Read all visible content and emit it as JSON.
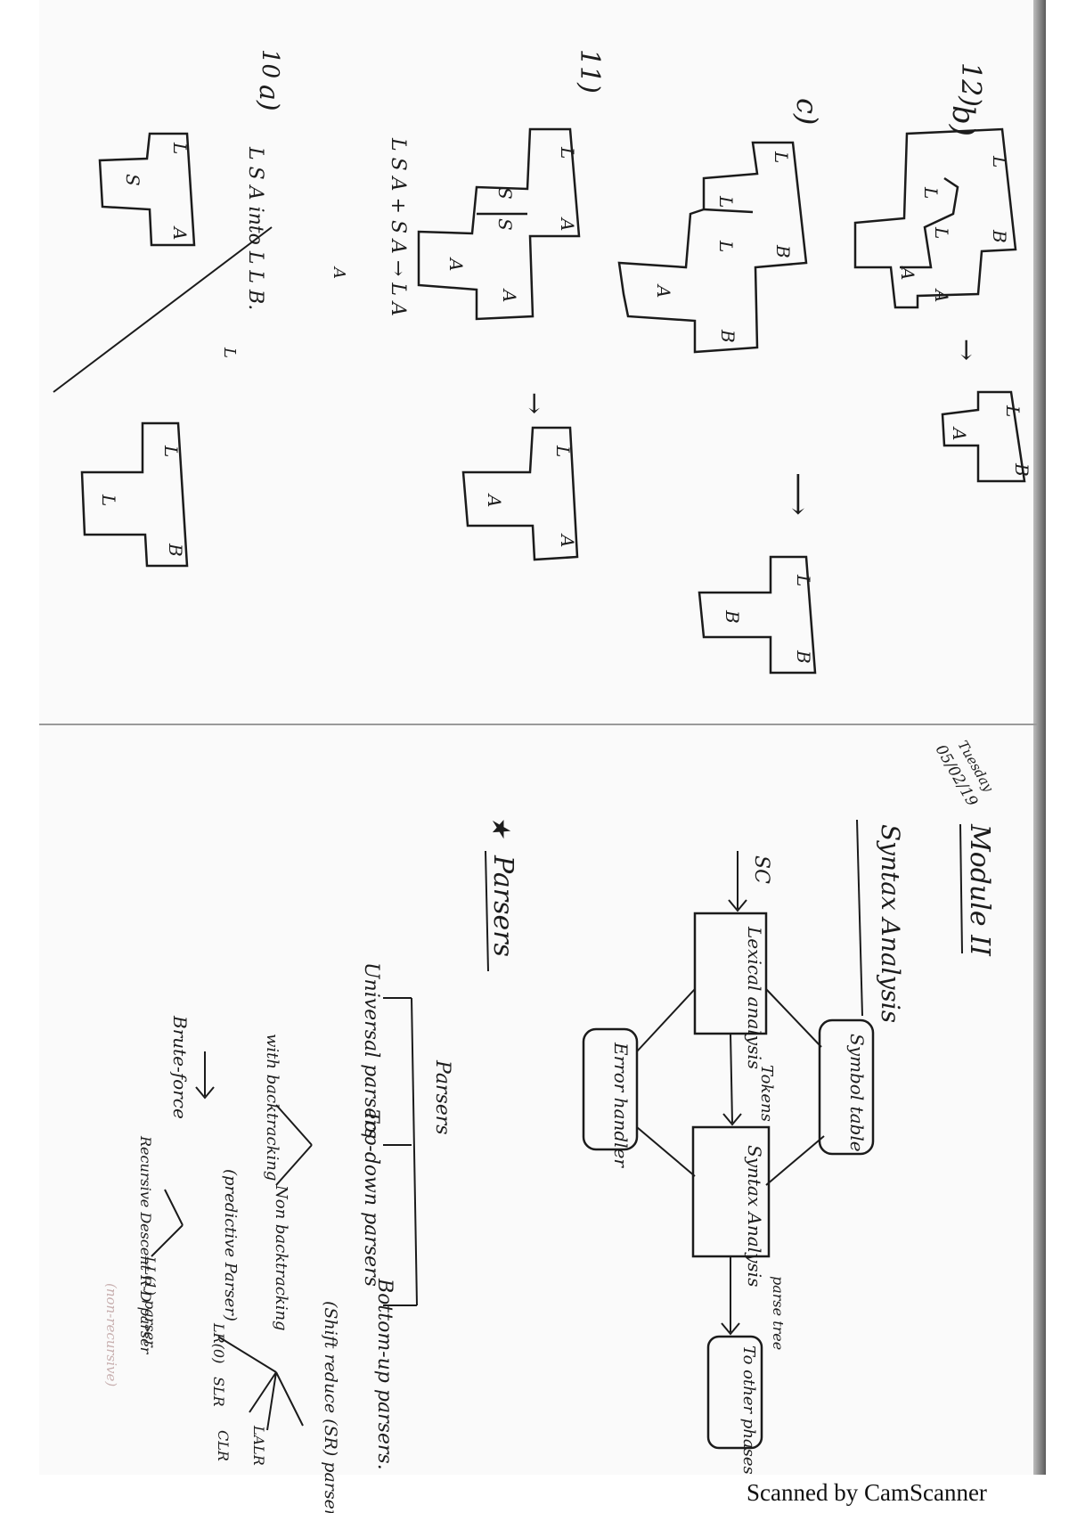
{
  "upper": {
    "q12": "12)",
    "b": "b)",
    "c": "c)",
    "q11": "11)",
    "q10a": "a)",
    "l": "L",
    "s": "S",
    "a": "A",
    "b_letter": "B",
    "eq1": "L S A + S A → L A",
    "eq1_sub": "A",
    "eq2": "L S A into L L B.",
    "eq2_sub": "L"
  },
  "lower": {
    "date_day": "Tuesday",
    "date": "05/02/19",
    "module": "Module II",
    "title": "Syntax Analysis",
    "sc": "SC",
    "lexical": "Lexical analysis",
    "symbol": "Symbol table",
    "tokens": "Tokens",
    "syntax_box": "Syntax Analysis",
    "error": "Error handler",
    "parse_tree": "parse tree",
    "other": "To other phases",
    "parsers_heading": "Parsers",
    "star": "★",
    "parsers_root": "Parsers",
    "universal": "Universal parsers",
    "topdown": "Top-down parsers",
    "bottomup": "Bottom-up parsers.",
    "shift_reduce": "(Shift reduce (SR) parser)",
    "with_bt": "with backtracking",
    "non_bt": "Non backtracking",
    "predictive": "(predictive Parser)",
    "brute": "Brute-force",
    "recursive": "Recursive Descent R-D parser",
    "ll1": "LL(1) parser",
    "lr0": "LR(0)",
    "slr": "SLR",
    "clr": "CLR",
    "lalr": "LALR",
    "nonrec": "(non-recursive)"
  },
  "footer": {
    "scanner": "Scanned by CamScanner"
  }
}
